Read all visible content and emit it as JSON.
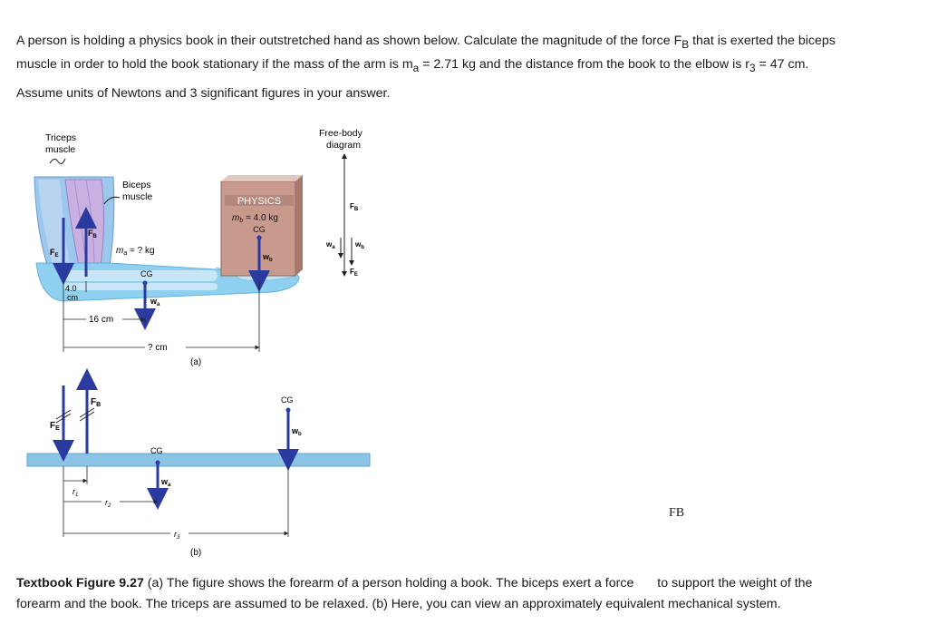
{
  "question": {
    "line1": "A person is holding a physics book in their outstretched hand as shown below.  Calculate the magnitude of the force F",
    "sub_b": "B",
    "line1b": " that is exerted the biceps",
    "line2a": "muscle in order to hold the book stationary if the mass of the arm is m",
    "sub_a": "a",
    "line2b": " = 2.71 kg and the distance from the book to the elbow is r",
    "sub_3": "3",
    "line2c": " = 47 cm.",
    "assume": "Assume units of Newtons and 3 significant figures in your answer."
  },
  "figure": {
    "triceps": [
      "Triceps",
      "muscle"
    ],
    "biceps": [
      "Biceps",
      "muscle"
    ],
    "free_body": [
      "Free-body",
      "diagram"
    ],
    "book_title": "PHYSICS",
    "book_mass": "m",
    "book_mass_sub": "b",
    "book_mass_val": " = 4.0 kg",
    "arm_mass": "m",
    "arm_mass_sub": "a",
    "arm_mass_val": " = ? kg",
    "cg": "CG",
    "F": "F",
    "sub_B": "B",
    "sub_E": "E",
    "w": "w",
    "sub_a": "a",
    "sub_b": "b",
    "dist1": "4.0",
    "dist1_unit": "cm",
    "dist2": "16 cm",
    "dist3": "? cm",
    "label_a": "(a)",
    "label_b": "(b)",
    "r": "r",
    "sub_1": "1",
    "sub_2": "2",
    "sub_3": "3"
  },
  "answer_label": "FB",
  "caption": {
    "bold": "Textbook Figure 9.27",
    "text1": " (a) The figure shows the forearm of a person holding a book. The biceps exert a force ",
    "text2": "to support the weight of the",
    "line2": "forearm and the book. The triceps are assumed to be relaxed. (b) Here, you can view an approximately equivalent mechanical system."
  },
  "colors": {
    "force_arrow": "#2b3a9e",
    "bar": "#8cc4e6",
    "arm": "#8fd0f0",
    "book": "#c7958a"
  }
}
